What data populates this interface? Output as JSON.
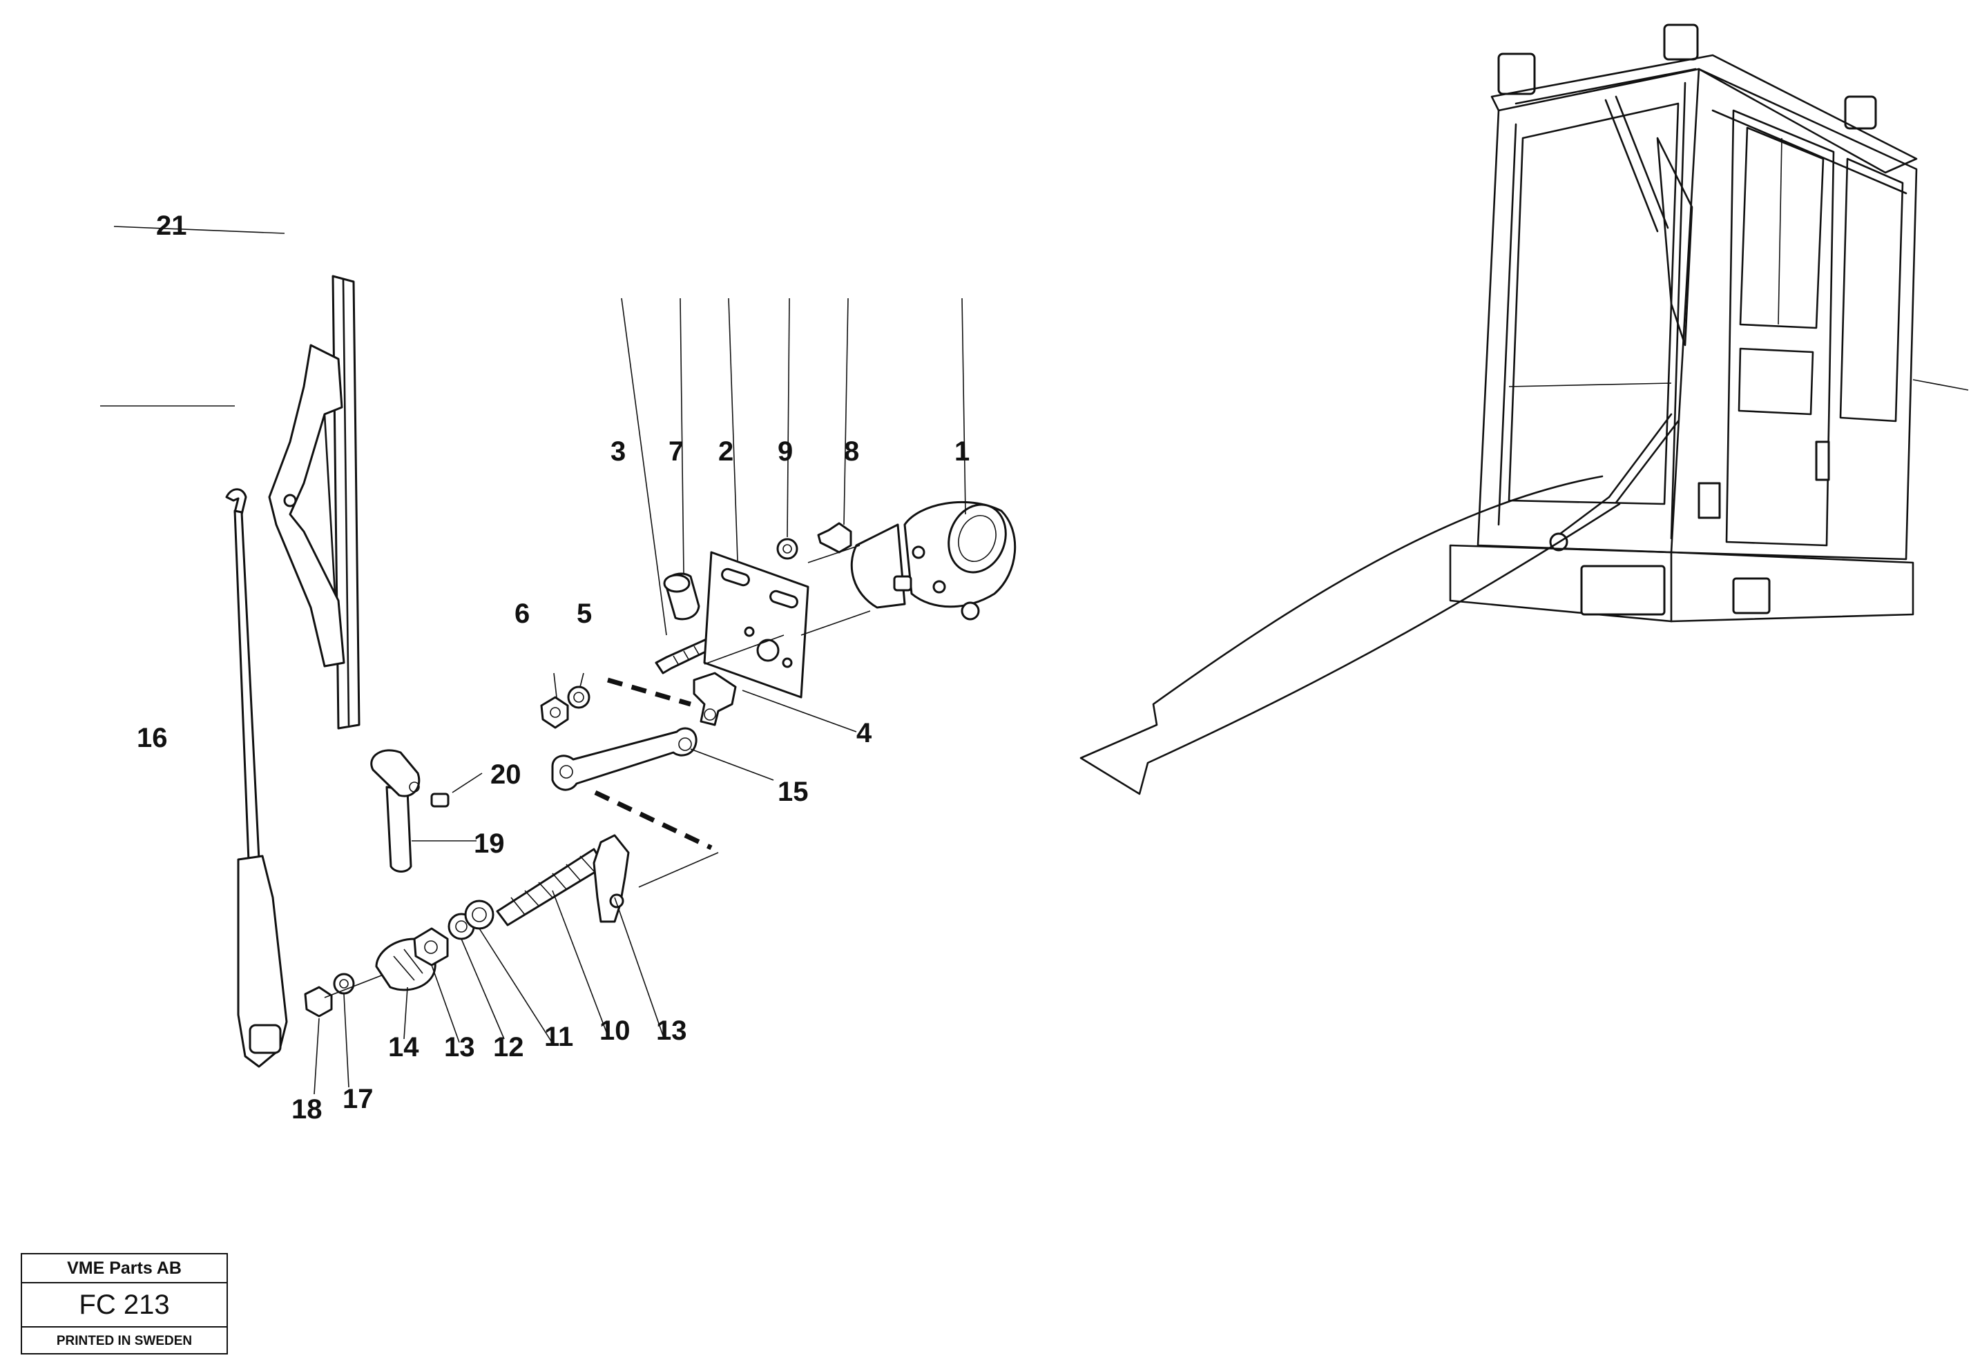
{
  "diagram": {
    "labels": {
      "p1": "1",
      "p2": "2",
      "p3": "3",
      "p4": "4",
      "p5": "5",
      "p6": "6",
      "p7": "7",
      "p8": "8",
      "p9": "9",
      "p10": "10",
      "p11": "11",
      "p12": "12",
      "p13a": "13",
      "p13b": "13",
      "p14": "14",
      "p15": "15",
      "p16": "16",
      "p17": "17",
      "p18": "18",
      "p19": "19",
      "p20": "20",
      "p21": "21"
    }
  },
  "title_block": {
    "company": "VME Parts AB",
    "code": "FC 213",
    "printed": "PRINTED IN SWEDEN"
  }
}
